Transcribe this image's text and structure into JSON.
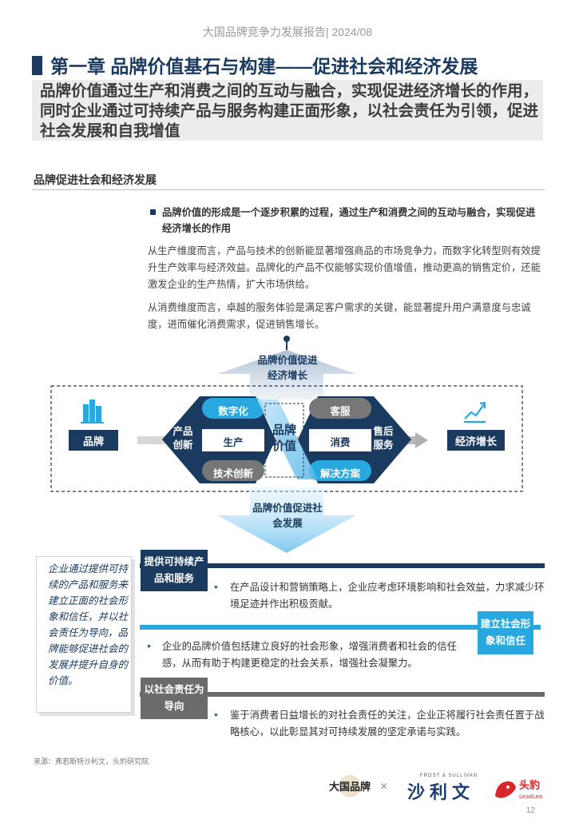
{
  "header": {
    "report_title": "大国品牌竞争力发展报告| 2024/08",
    "chapter_title": "第一章 品牌价值基石与构建——促进社会和经济发展",
    "summary": "品牌价值通过生产和消费之间的互动与融合，实现促进经济增长的作用，同时企业通过可持续产品与服务构建正面形象，以社会责任为引领，促进社会发展和自我增值"
  },
  "section": {
    "title": "品牌促进社会和经济发展",
    "key_point": "品牌价值的形成是一个逐步积累的过程，通过生产和消费之间的互动与融合，实现促进经济增长的作用",
    "para1": "从生产维度而言，产品与技术的创新能显著增强商品的市场竞争力，而数字化转型则有效提升生产效率与经济效益。品牌化的产品不仅能够实现价值增值，推动更高的销售定价，还能激发企业的生产热情，扩大市场供给。",
    "para2": "从消费维度而言，卓越的服务体验是满足客户需求的关键，能显著提升用户满意度与忠诚度，进而催化消费需求，促进销售增长。"
  },
  "diagram": {
    "top_arrow": "品牌价值促进经济增长",
    "bottom_arrow": "品牌价值促进社会发展",
    "brand": "品牌",
    "economy": "经济增长",
    "product_innovation": "产品创新",
    "digital": "数字化",
    "production": "生产",
    "tech_innovation": "技术创新",
    "brand_value": "品牌价值",
    "customer_service": "客服",
    "consumption": "消费",
    "solutions": "解决方案",
    "after_sales": "售后服务",
    "colors": {
      "navy": "#1a3a5f",
      "blue": "#29a8e0",
      "light_blue": "#a9d8f2",
      "gray": "#777777",
      "light_gray": "#b8b8b8"
    }
  },
  "side_note": "企业通过提供可持续的产品和服务来建立正面的社会形象和信任，并以社会责任为导向，品牌能够促进社会的发展并提升自身的价值。",
  "blocks": [
    {
      "tag": "提供可持续产品和服务",
      "text": "在产品设计和营销策略上，企业应考虑环境影响和社会效益，力求减少环境足迹并作出积极贡献。"
    },
    {
      "tag": "建立社会形象和信任",
      "text": "企业的品牌价值包括建立良好的社会形象，增强消费者和社会的信任感，从而有助于构建更稳定的社会关系，增强社会凝聚力。"
    },
    {
      "tag": "以社会责任为导向",
      "text": "鉴于消费者日益增长的对社会责任的关注，企业正将履行社会责任置于战略核心，以此彰显其对可持续发展的坚定承诺与实践。"
    }
  ],
  "footer": {
    "source": "来源：弗若斯特沙利文，头豹研究院",
    "page": "12",
    "logo_dg_text": "大国品牌",
    "times": "×",
    "fs_small": "FROST & SULLIVAN",
    "fs_cn": "沙利文",
    "ll_cn": "头豹",
    "ll_en": "LeadLeo"
  }
}
